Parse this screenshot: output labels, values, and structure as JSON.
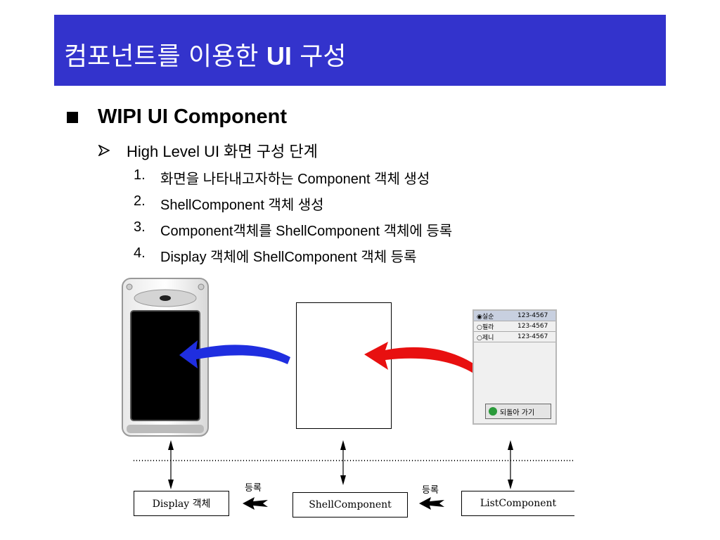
{
  "title": {
    "main": "컴포넌트를 이용한 ",
    "ui": "UI",
    "tail": " 구성"
  },
  "heading": "WIPI UI Component",
  "subheading": "High Level UI 화면 구성 단계",
  "steps": [
    {
      "num": "1.",
      "text": "화면을 나타내고자하는 Component 객체 생성"
    },
    {
      "num": "2.",
      "text": "ShellComponent 객체 생성"
    },
    {
      "num": "3.",
      "text": "Component객체를 ShellComponent 객체에 등록"
    },
    {
      "num": "4.",
      "text": "Display 객체에 ShellComponent 객체 등록"
    }
  ],
  "diagram": {
    "labels": {
      "display": "Display 객체",
      "shell": "ShellComponent",
      "list": "ListComponent"
    },
    "register_1": "등록",
    "register_2": "등록",
    "list_rows": [
      {
        "name": "실순",
        "phone": "123-4567"
      },
      {
        "name": "필라",
        "phone": "123-4567"
      },
      {
        "name": "제니",
        "phone": "123-4567"
      }
    ],
    "back_button": "되돌아 가기",
    "colors": {
      "left_arrow": "#1f2ee0",
      "right_arrow": "#e81010",
      "title_bg": "#3333cc"
    }
  }
}
